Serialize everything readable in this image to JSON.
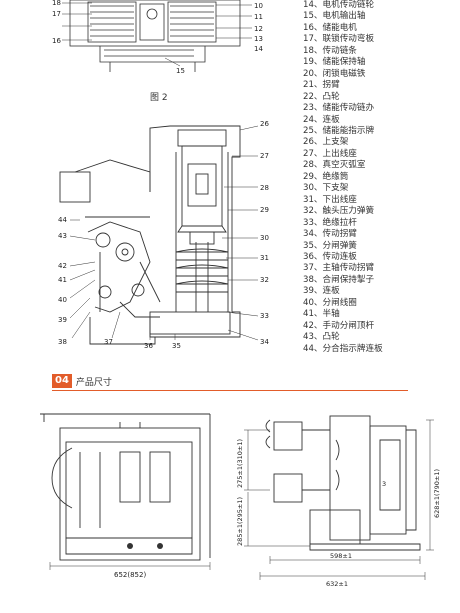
{
  "parts": [
    "14、电机传动链轮",
    "15、电机输出轴",
    "16、储能电机",
    "17、联锁传动弯板",
    "18、传动链条",
    "19、储能保持轴",
    "20、闭锁电磁铁",
    "21、拐臂",
    "22、凸轮",
    "23、储能传动链办",
    "24、连板",
    "25、储能能指示牌",
    "26、上支架",
    "27、上出线座",
    "28、真空灭弧室",
    "29、绝缘筒",
    "30、下支架",
    "31、下出线座",
    "32、触头压力弹簧",
    "33、绝缘拉杆",
    "34、传动拐臂",
    "35、分闸弹簧",
    "36、传动连板",
    "37、主轴传动拐臂",
    "38、合闸保持掣子",
    "39、连板",
    "40、分闸线圈",
    "41、半轴",
    "42、手动分闸顶杆",
    "43、凸轮",
    "44、分合指示牌连板"
  ],
  "fig_caption": "图 2",
  "section": {
    "number": "04",
    "title": "产品尺寸"
  },
  "top_labels": [
    "18",
    "17",
    "16",
    "15",
    "11",
    "12",
    "13",
    "14",
    "10"
  ],
  "mech_labels": [
    "26",
    "27",
    "28",
    "29",
    "30",
    "31",
    "32",
    "33",
    "34",
    "35",
    "36",
    "37",
    "38",
    "39",
    "40",
    "41",
    "42",
    "43",
    "44"
  ],
  "dims": {
    "front_width": "652(852)",
    "side_depth": "598±1",
    "side_total": "632±1",
    "side_height_left_top": "275±1(310±1)",
    "side_height_left_bottom": "285±1(295±1)",
    "side_height_right": "628±1(790±1)",
    "side_mark": "3"
  }
}
